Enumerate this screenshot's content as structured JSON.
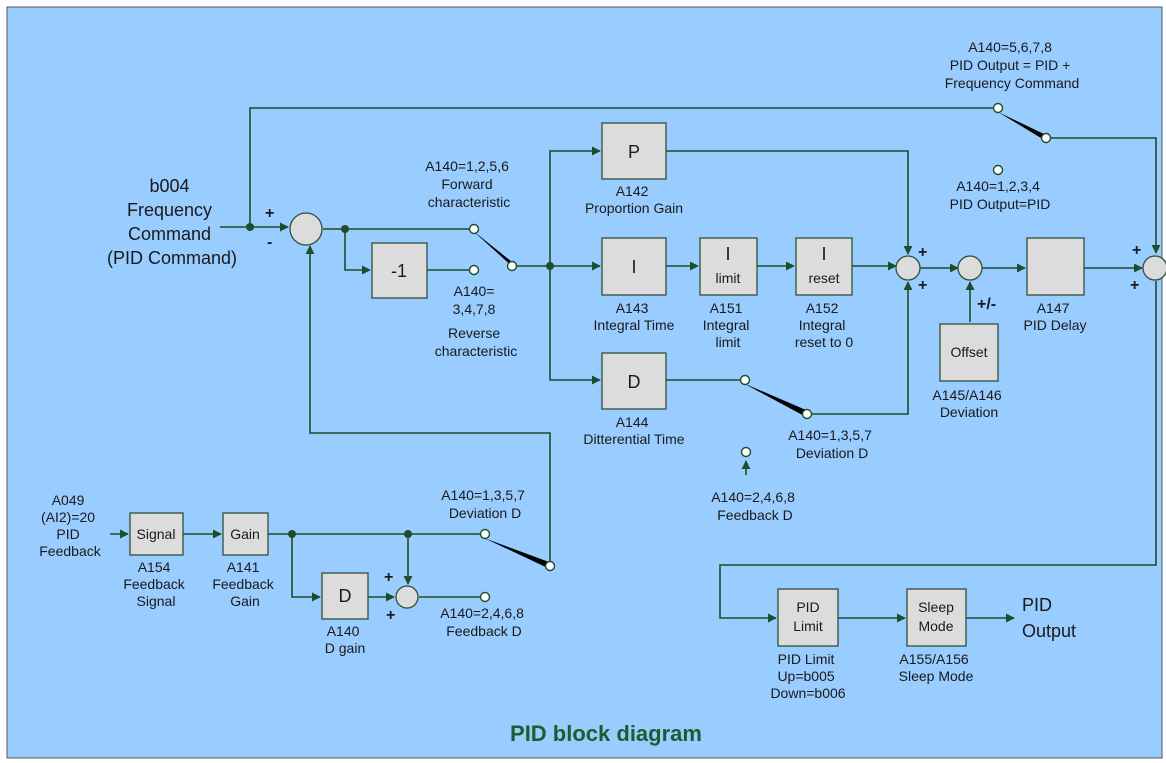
{
  "colors": {
    "background": "#99ccff",
    "block_fill": "#dcdcdc",
    "wire": "#1f4d2a",
    "title": "#1f5c30"
  },
  "title": "PID block diagram",
  "input_freq": [
    "b004",
    "Frequency",
    "Command",
    "(PID Command)"
  ],
  "input_feedback": [
    "A049",
    "(AI2)=20",
    "PID",
    "Feedback"
  ],
  "output": [
    "PID",
    "Output"
  ],
  "signs": {
    "sum1_plus": "+",
    "sum1_minus": "-",
    "sum2_a": "+",
    "sum2_b": "+",
    "offset_sign": "+/-",
    "sum4_a": "+",
    "sum4_b": "+",
    "fb_sum_a": "+",
    "fb_sum_b": "+"
  },
  "blocks": {
    "neg": {
      "text": "-1"
    },
    "p": {
      "text": "P",
      "caption": [
        "A142",
        "Proportion Gain"
      ]
    },
    "i": {
      "text": "I",
      "caption": [
        "A143",
        "Integral Time"
      ]
    },
    "ilimit": {
      "text": [
        "I",
        "limit"
      ],
      "caption": [
        "A151",
        "Integral",
        "limit"
      ]
    },
    "ireset": {
      "text": [
        "I",
        "reset"
      ],
      "caption": [
        "A152",
        "Integral",
        "reset to 0"
      ]
    },
    "d": {
      "text": "D",
      "caption": [
        "A144",
        "Ditterential Time"
      ]
    },
    "offset": {
      "text": "Offset",
      "caption": [
        "A145/A146",
        "Deviation"
      ]
    },
    "delay": {
      "text": "",
      "caption": [
        "A147",
        "PID Delay"
      ]
    },
    "signal": {
      "text": "Signal",
      "caption": [
        "A154",
        "Feedback",
        "Signal"
      ]
    },
    "gain": {
      "text": "Gain",
      "caption": [
        "A141",
        "Feedback",
        "Gain"
      ]
    },
    "dgain": {
      "text": "D",
      "caption": [
        "A140",
        "D gain"
      ]
    },
    "pidlimit": {
      "text": [
        "PID",
        "Limit"
      ],
      "caption": [
        "PID Limit",
        "Up=b005",
        "Down=b006"
      ]
    },
    "sleep": {
      "text": [
        "Sleep",
        "Mode"
      ],
      "caption": [
        "A155/A156",
        "Sleep Mode"
      ]
    }
  },
  "switch_labels": {
    "freq_add": [
      "A140=5,6,7,8",
      "PID Output = PID +",
      "Frequency Command"
    ],
    "pid_only": [
      "A140=1,2,3,4",
      "PID  Output=PID"
    ],
    "forward": [
      "A140=1,2,5,6",
      "Forward",
      "characteristic"
    ],
    "reverse": [
      "A140=",
      "3,4,7,8",
      "Reverse",
      "characteristic"
    ],
    "dev_d_top": [
      "A140=1,3,5,7",
      "Deviation D"
    ],
    "fb_d_top": [
      "A140=2,4,6,8",
      "Feedback D"
    ],
    "dev_d_bottom": [
      "A140=1,3,5,7",
      "Deviation D"
    ],
    "fb_d_bottom": [
      "A140=2,4,6,8",
      "Feedback D"
    ]
  }
}
